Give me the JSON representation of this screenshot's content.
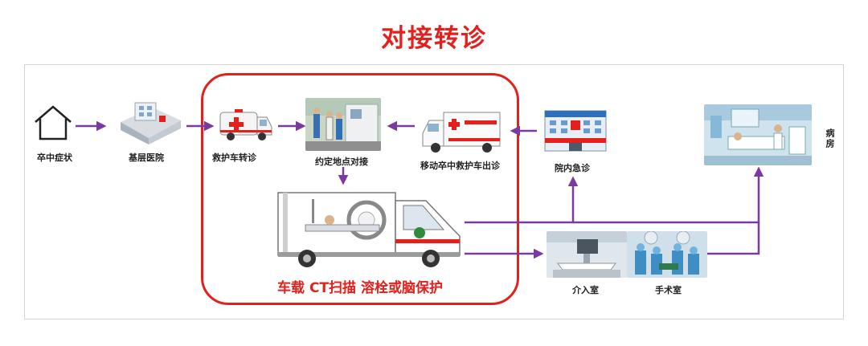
{
  "title": "对接转诊",
  "nodes": {
    "stroke_symptom": "卒中症状",
    "primary_hospital": "基层医院",
    "ambulance_transfer": "救护车转诊",
    "meeting_point": "约定地点对接",
    "mobile_stroke_unit": "移动卒中救护车出诊",
    "hospital_emergency": "院内急诊",
    "ward": "病房",
    "interventional_room": "介入室",
    "operating_room": "手术室"
  },
  "onboard_caption": "车载  CT扫描  溶栓或脑保护",
  "colors": {
    "title": "#e3201b",
    "arrow": "#7a3aa0",
    "box": "#e3201b"
  }
}
